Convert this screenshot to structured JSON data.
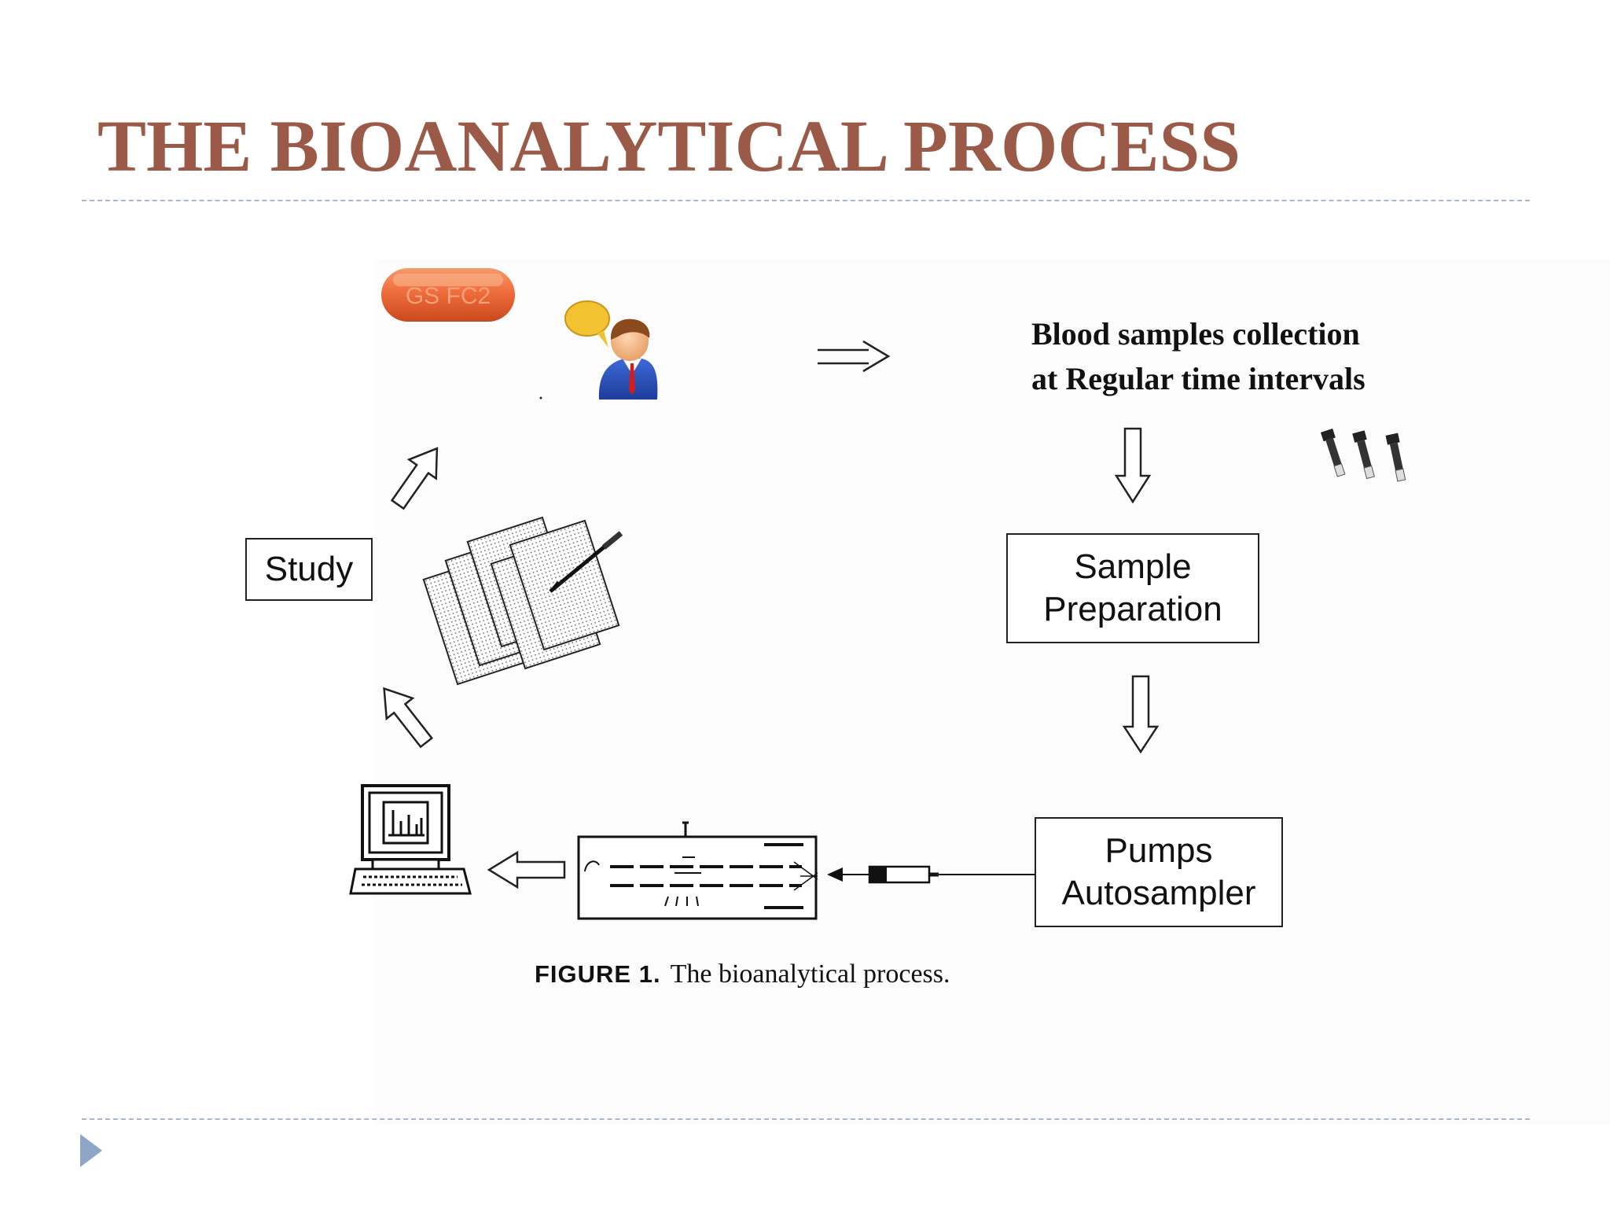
{
  "slide": {
    "title": "THE BIOANALYTICAL PROCESS"
  },
  "diagram": {
    "pill_text": "GS FC2",
    "blood_samples": {
      "line1": "Blood samples collection",
      "line2": "at Regular time intervals"
    },
    "boxes": {
      "study": "Study",
      "sample_prep_line1": "Sample",
      "sample_prep_line2": "Preparation",
      "pumps_line1": "Pumps",
      "pumps_line2": "Autosampler"
    },
    "caption": {
      "label": "FIGURE 1.",
      "text": "The bioanalytical process."
    },
    "icons": [
      "tablet-pill-icon",
      "patient-speech-icon",
      "blood-tubes-icon",
      "report-pages-pen-icon",
      "computer-chromatogram-icon",
      "hplc-column-icon",
      "syringe-icon"
    ],
    "colors": {
      "title": "#9b5a48",
      "pill": "#ee6a3a",
      "rule": "#a8b7c9",
      "nav_arrow": "#8ea6c6"
    }
  }
}
